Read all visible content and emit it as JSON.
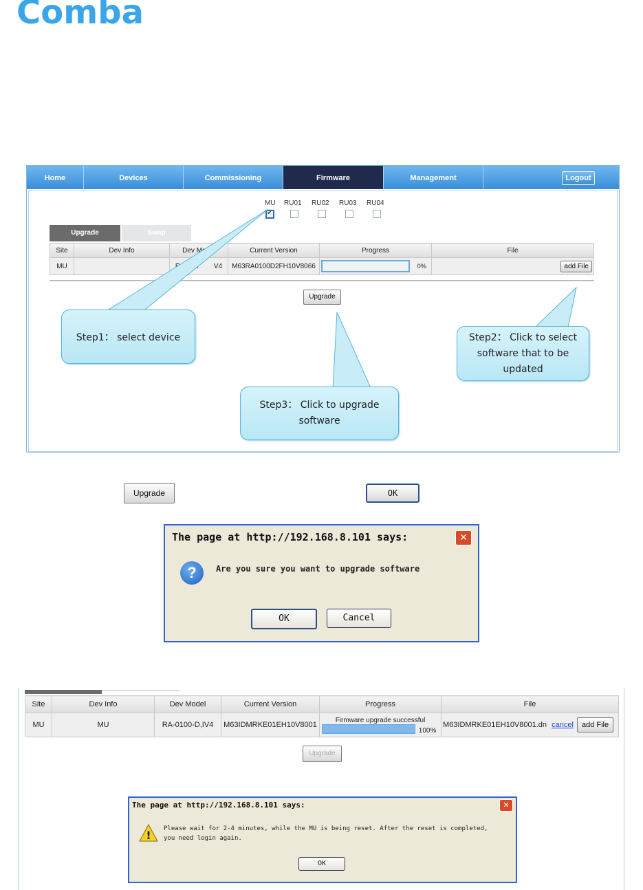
{
  "logo": {
    "text": "Comba"
  },
  "nav": {
    "items": [
      {
        "label": "Home"
      },
      {
        "label": "Devices"
      },
      {
        "label": "Commissioning"
      },
      {
        "label": "Firmware"
      },
      {
        "label": "Management"
      }
    ],
    "logout": "Logout",
    "active": "Firmware"
  },
  "devices": [
    {
      "label": "MU",
      "checked": true
    },
    {
      "label": "RU01",
      "checked": false
    },
    {
      "label": "RU02",
      "checked": false
    },
    {
      "label": "RU03",
      "checked": false
    },
    {
      "label": "RU04",
      "checked": false
    }
  ],
  "subtabs": {
    "upgrade": "Upgrade",
    "swap": "Swap"
  },
  "table1": {
    "headers": [
      "Site",
      "Dev Info",
      "Dev Model",
      "Current Version",
      "Progress",
      "File"
    ],
    "row": {
      "site": "MU",
      "dev_info": "",
      "dev_model": "RA-010",
      "dev_model_tail": "V4",
      "current_version": "M63RA0100D2FH10V8066",
      "progress_pct": "0%",
      "progress_value": 0,
      "add_file": "add File"
    }
  },
  "upgrade_button": "Upgrade",
  "callouts": {
    "step1": "Step1： select device",
    "step2": "Step2： Click to select software that to be updated",
    "step3": "Step3： Click to upgrade software"
  },
  "samples": {
    "upgrade": "Upgrade",
    "ok": "OK"
  },
  "dialog1": {
    "title": "The page at http://192.168.8.101 says:",
    "message": "Are you sure you want to upgrade software",
    "ok": "OK",
    "cancel": "Cancel",
    "icon": "question-icon"
  },
  "table2": {
    "headers": [
      "Site",
      "Dev Info",
      "Dev Model",
      "Current Version",
      "Progress",
      "File"
    ],
    "row": {
      "site": "MU",
      "dev_info": "MU",
      "dev_model": "RA-0100-D,IV4",
      "current_version": "M63IDMRKE01EH10V8001",
      "progress_status": "Firmware upgrade successful",
      "progress_pct": "100%",
      "progress_value": 1.0,
      "file_name": "M63IDMRKE01EH10V8001.dn",
      "cancel": "cancel",
      "add_file": "add File"
    }
  },
  "upgrade_button_disabled": "Upgrade",
  "dialog2": {
    "title": "The page at http://192.168.8.101 says:",
    "message_line1": "Please wait for 2-4 minutes, while the MU is being reset. After the reset is completed,",
    "message_line2": "you need login again.",
    "ok": "OK",
    "icon": "warning-icon"
  },
  "colors": {
    "nav": "#4a9fe3",
    "nav_active": "#1f2a4d",
    "callout": "#c6ecf8",
    "logo": "#3aa6e8",
    "dialog_border": "#2f66cc"
  }
}
